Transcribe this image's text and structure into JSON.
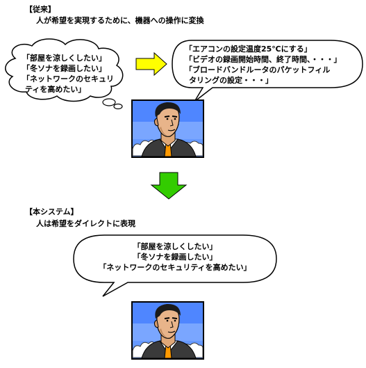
{
  "section_before": {
    "heading": "【従来】",
    "description": "人が希望を実現するために、機器への操作に変換",
    "thought_lines": [
      "「部屋を涼しくしたい」",
      "「冬ソナを録画したい」",
      "「ネットワークのセキュリ",
      "ティを高めたい」"
    ],
    "speech_lines": [
      "「エアコンの設定温度25℃にする」",
      "「ビデオの録画開始時間、終了時間、・・・」",
      "「ブロードバンドルータのパケットフィル",
      "タリングの設定・・・」"
    ]
  },
  "section_after": {
    "heading": "【本システム】",
    "description": "人は希望をダイレクトに表現",
    "speech_lines": [
      "「部屋を涼しくしたい」",
      "「冬ソナを録画したい」",
      "「ネットワークのセキュリティを高めたい」"
    ]
  },
  "colors": {
    "arrow_right": "#ffff00",
    "arrow_down": "#33cc00",
    "sky": "#6699ff",
    "suit": "#3a3a3a",
    "tie": "#ff9900",
    "skin": "#e8b48a"
  },
  "icons": [
    "thought-bubble",
    "speech-bubble",
    "right-arrow",
    "down-arrow",
    "man-portrait"
  ]
}
